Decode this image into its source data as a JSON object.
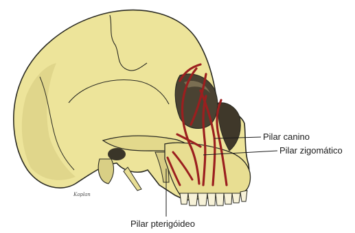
{
  "labels": {
    "pilar_canino": "Pilar canino",
    "pilar_zigomatico": "Pilar zigomático",
    "pilar_pterigoideo": "Pilar pterigóideo"
  },
  "signature": "Kaplan",
  "colors": {
    "bone": "#ede49a",
    "bone_shadow": "#cfc47a",
    "outline": "#2a2a22",
    "pillar": "#9b1f1f",
    "teeth": "#f7f2d8"
  }
}
